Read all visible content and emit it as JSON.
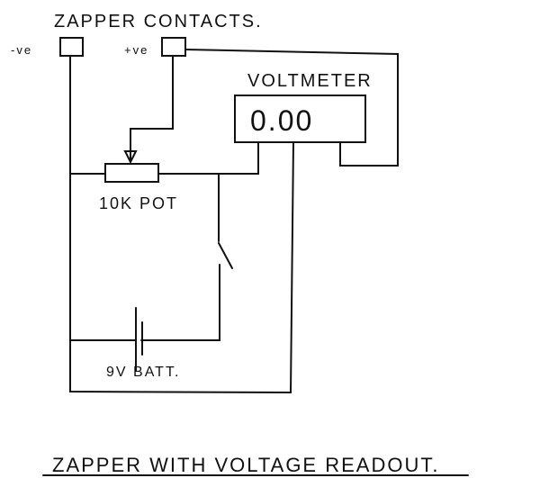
{
  "labels": {
    "contacts_heading": "ZAPPER CONTACTS.",
    "negative_contact": "-ve",
    "positive_contact": "+ve",
    "voltmeter": "VOLTMETER",
    "voltmeter_reading": "0.00",
    "potentiometer": "10K POT",
    "battery": "9V BATT.",
    "title": "ZAPPER WITH VOLTAGE READOUT."
  },
  "colors": {
    "ink": "#111111",
    "paper": "#ffffff"
  }
}
